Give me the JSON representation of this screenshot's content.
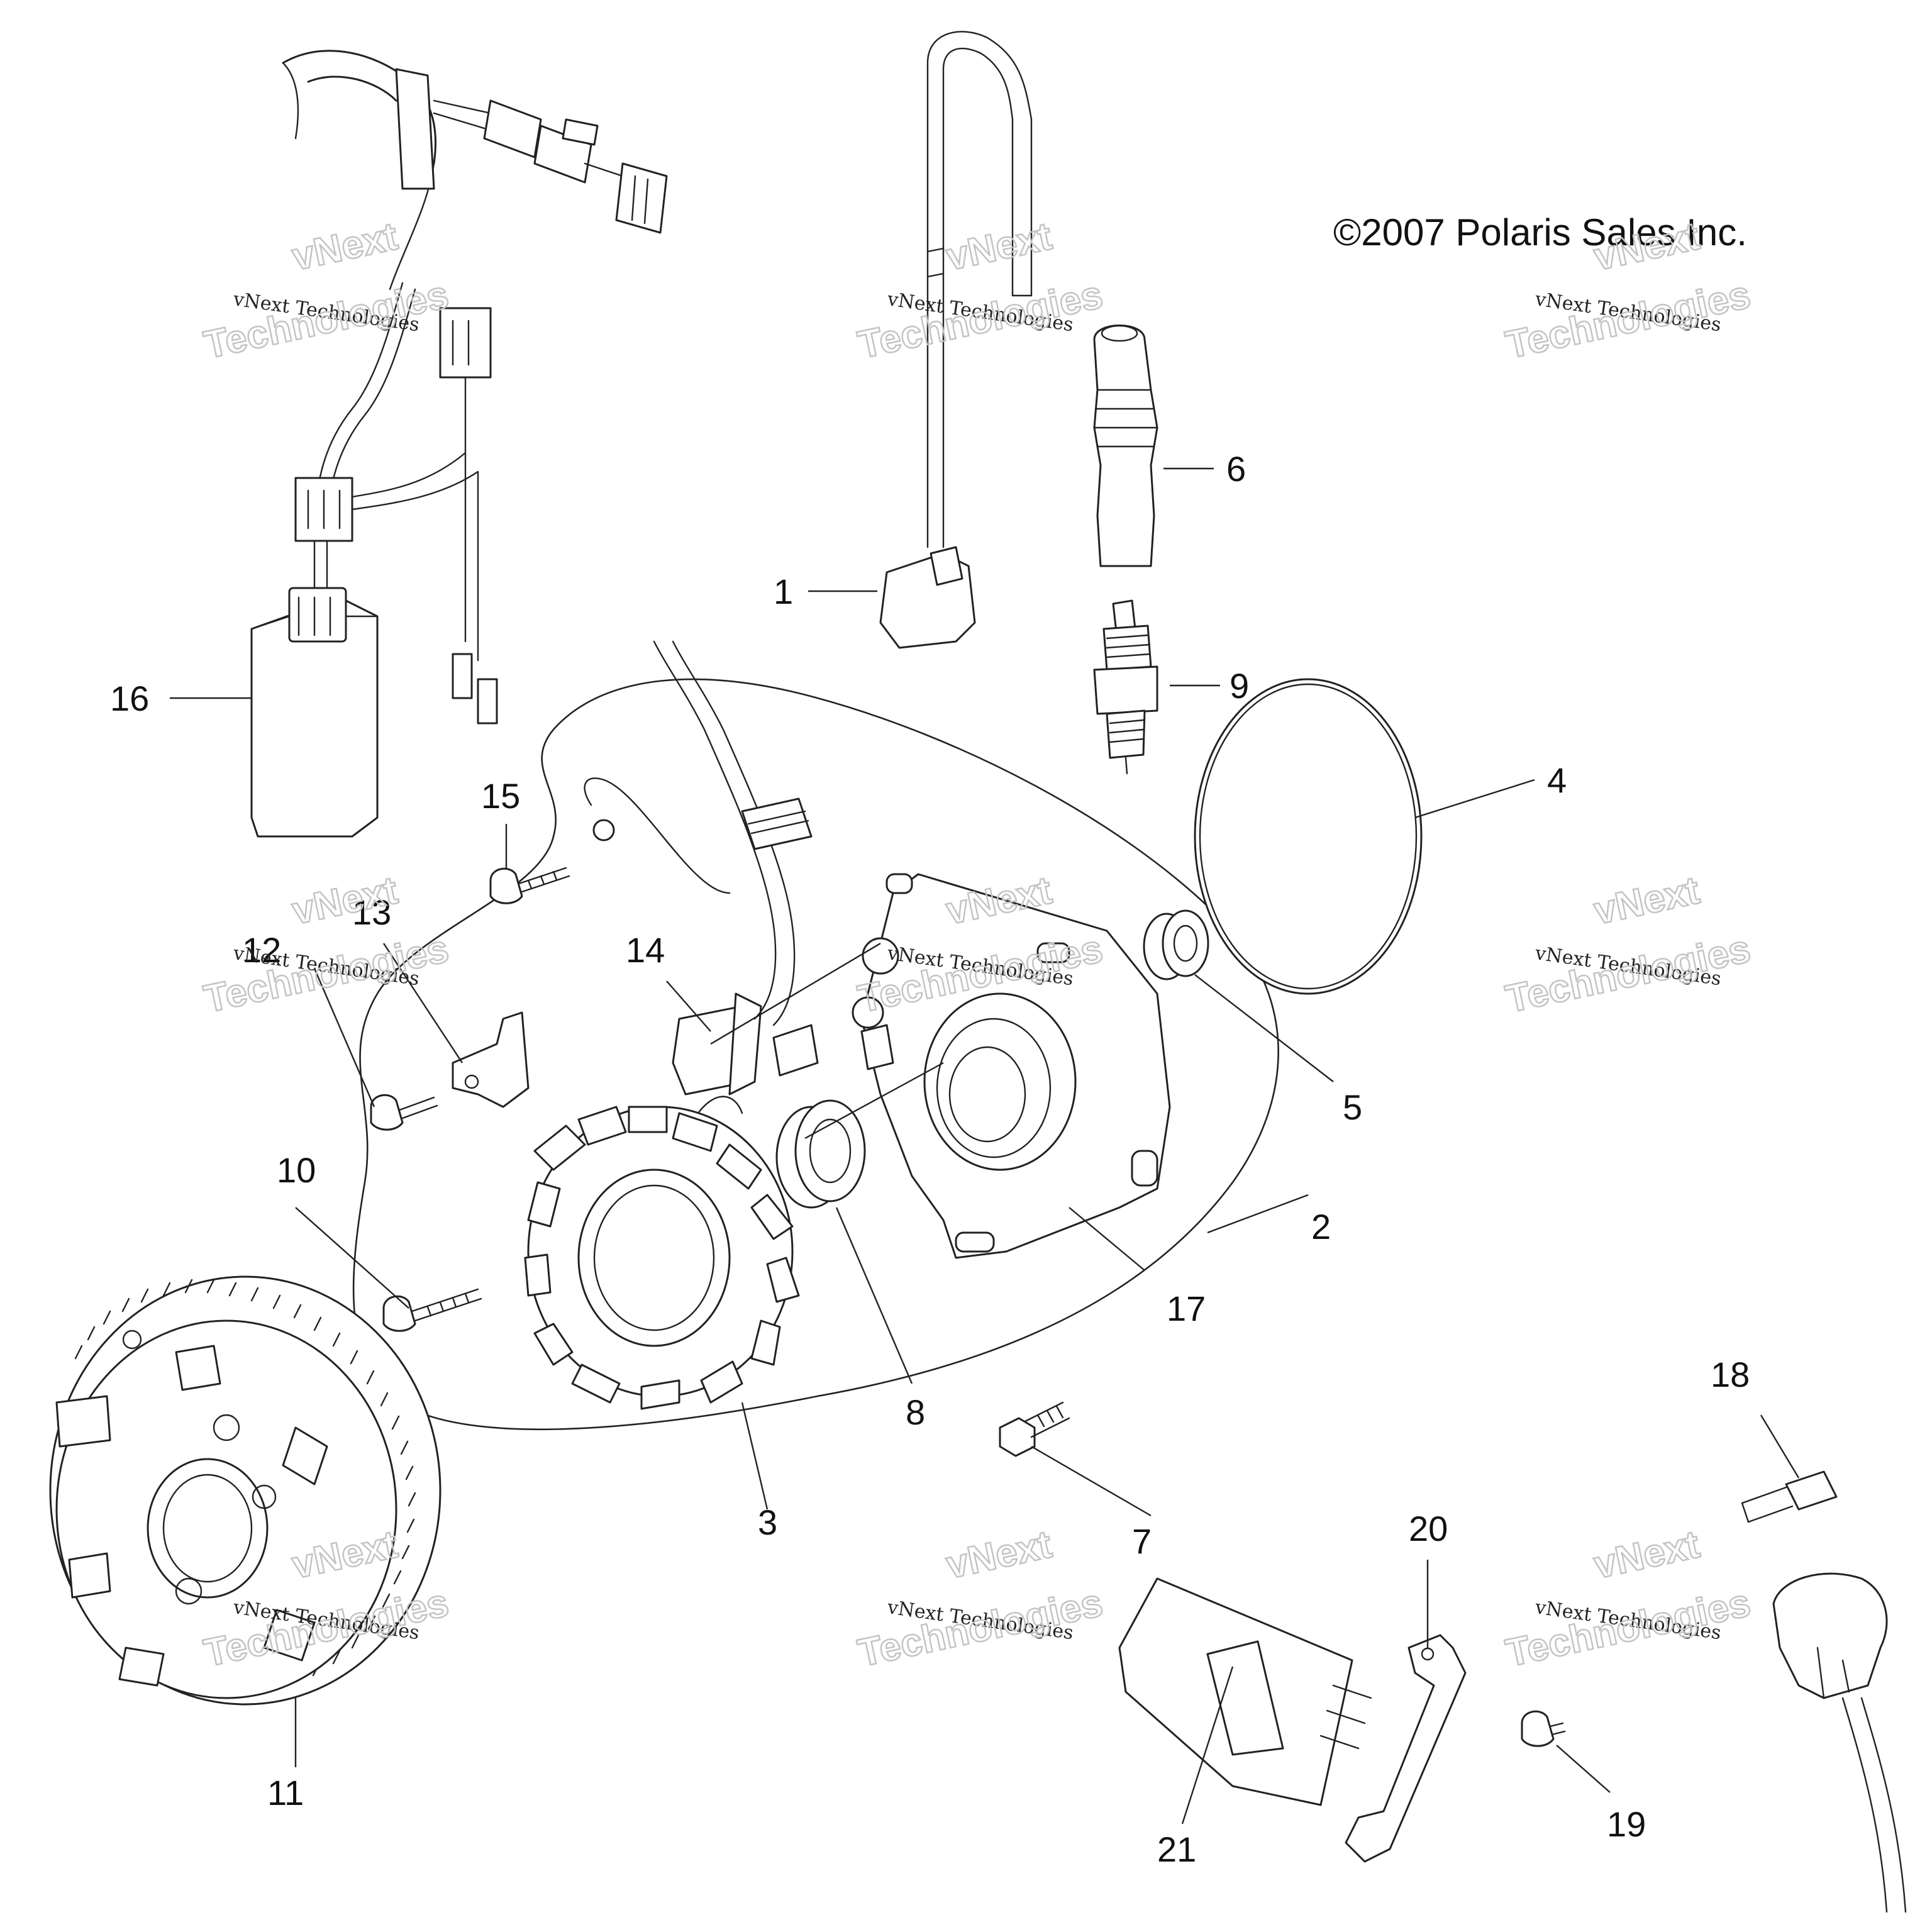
{
  "copyright": "©2007 Polaris Sales Inc.",
  "watermark": {
    "top_text": "vNext",
    "middle_text": "vNext Technologies",
    "bottom_text": "Technologies"
  },
  "callouts": [
    "1",
    "2",
    "3",
    "4",
    "5",
    "6",
    "7",
    "8",
    "9",
    "10",
    "11",
    "12",
    "13",
    "14",
    "15",
    "16",
    "17",
    "18",
    "19",
    "20",
    "21"
  ],
  "colors": {
    "line": "#222222",
    "background": "#ffffff",
    "watermark_outline": "#c4c4c4"
  }
}
